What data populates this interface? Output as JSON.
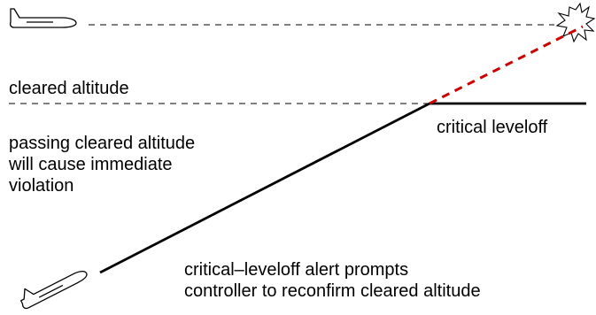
{
  "labels": {
    "cleared_altitude": "cleared altitude",
    "critical_leveloff": "critical leveloff",
    "immediate_violation": "passing cleared altitude\nwill cause immediate\nviolation",
    "alert_prompt": "critical–leveloff alert prompts\ncontroller to reconfirm cleared altitude"
  },
  "icons": {
    "level_aircraft": "airplane-icon",
    "climbing_aircraft": "airplane-icon",
    "conflict": "explosion-icon"
  },
  "colors": {
    "flight_path": "#000000",
    "projected_path": "#cc0000",
    "reference_lines": "#000000"
  }
}
